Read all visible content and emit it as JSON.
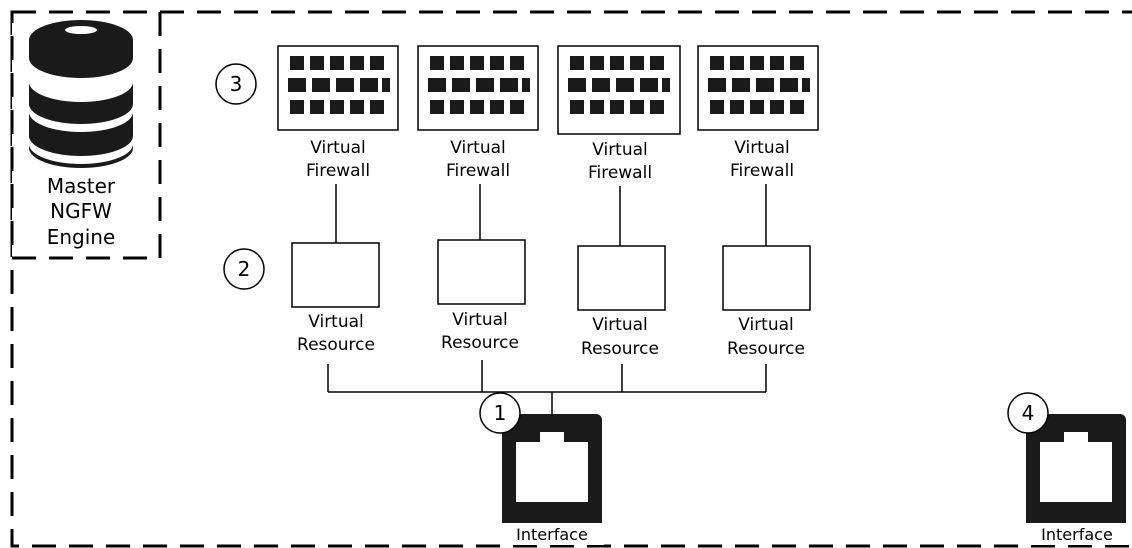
{
  "master": {
    "label_lines": [
      "Master",
      "NGFW",
      "Engine"
    ]
  },
  "markers": {
    "m1": "1",
    "m2": "2",
    "m3": "3",
    "m4": "4"
  },
  "firewalls": [
    {
      "label_lines": [
        "Virtual",
        "Firewall"
      ]
    },
    {
      "label_lines": [
        "Virtual",
        "Firewall"
      ]
    },
    {
      "label_lines": [
        "Virtual",
        "Firewall"
      ]
    },
    {
      "label_lines": [
        "Virtual",
        "Firewall"
      ]
    }
  ],
  "resources": [
    {
      "label_lines": [
        "Virtual",
        "Resource"
      ]
    },
    {
      "label_lines": [
        "Virtual",
        "Resource"
      ]
    },
    {
      "label_lines": [
        "Virtual",
        "Resource"
      ]
    },
    {
      "label_lines": [
        "Virtual",
        "Resource"
      ]
    }
  ],
  "interfaces": [
    {
      "label": "Interface"
    },
    {
      "label": "Interface"
    }
  ]
}
